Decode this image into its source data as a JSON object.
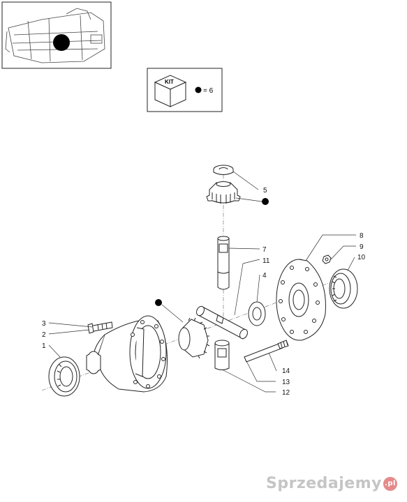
{
  "kit_box": {
    "label": "KIT",
    "equals": "= 6"
  },
  "callouts": [
    {
      "id": "c1",
      "label": "1"
    },
    {
      "id": "c2",
      "label": "2"
    },
    {
      "id": "c3",
      "label": "3"
    },
    {
      "id": "c4",
      "label": "4"
    },
    {
      "id": "c5",
      "label": "5"
    },
    {
      "id": "c7",
      "label": "7"
    },
    {
      "id": "c8",
      "label": "8"
    },
    {
      "id": "c9",
      "label": "9"
    },
    {
      "id": "c10",
      "label": "10"
    },
    {
      "id": "c11",
      "label": "11"
    },
    {
      "id": "c12",
      "label": "12"
    },
    {
      "id": "c13",
      "label": "13"
    },
    {
      "id": "c14",
      "label": "14"
    }
  ],
  "watermark": {
    "text": "Sprzedajemy",
    "badge": ".pl"
  }
}
